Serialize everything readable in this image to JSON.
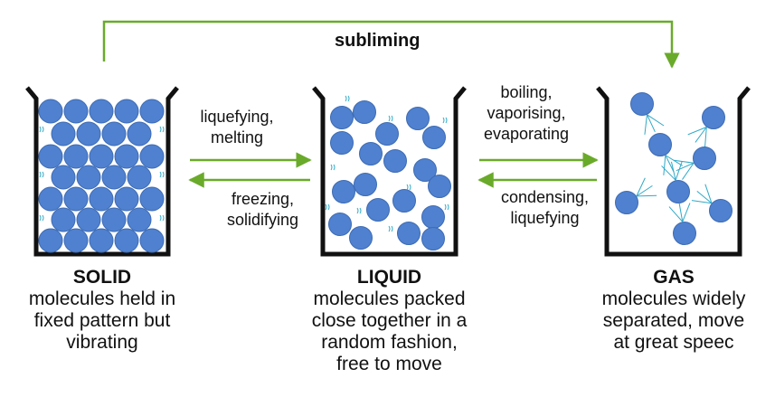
{
  "colors": {
    "arrow": "#6aaa2a",
    "molecule": "#4f81d0",
    "molecule_edge": "#3d6bb3",
    "motion": "#2fa9c7",
    "container": "#111111"
  },
  "top_process": "subliming",
  "solid_liquid": {
    "forward_line1": "liquefying,",
    "forward_line2": "melting",
    "backward_line1": "freezing,",
    "backward_line2": "solidifying"
  },
  "liquid_gas": {
    "forward_line1": "boiling,",
    "forward_line2": "vaporising,",
    "forward_line3": "evaporating",
    "backward_line1": "condensing,",
    "backward_line2": "liquefying"
  },
  "states": [
    {
      "name": "SOLID",
      "desc": [
        "molecules held in",
        "fixed pattern but",
        "vibrating"
      ]
    },
    {
      "name": "LIQUID",
      "desc": [
        "molecules packed",
        "close together in a",
        "random fashion,",
        "free to move"
      ]
    },
    {
      "name": "GAS",
      "desc": [
        "molecules widely",
        "separated, move",
        "at great speec"
      ]
    }
  ]
}
